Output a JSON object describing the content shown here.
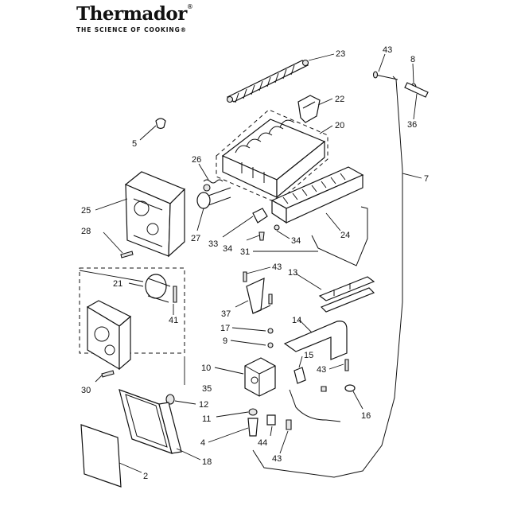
{
  "brand": {
    "name": "Thermador",
    "registered_mark": "®",
    "tagline": "THE SCIENCE OF COOKING®"
  },
  "callouts": [
    {
      "id": "c23",
      "label": "23"
    },
    {
      "id": "c43a",
      "label": "43"
    },
    {
      "id": "c8",
      "label": "8"
    },
    {
      "id": "c22",
      "label": "22"
    },
    {
      "id": "c36",
      "label": "36"
    },
    {
      "id": "c5",
      "label": "5"
    },
    {
      "id": "c20",
      "label": "20"
    },
    {
      "id": "c7",
      "label": "7"
    },
    {
      "id": "c26",
      "label": "26"
    },
    {
      "id": "c25",
      "label": "25"
    },
    {
      "id": "c24",
      "label": "24"
    },
    {
      "id": "c28",
      "label": "28"
    },
    {
      "id": "c27",
      "label": "27"
    },
    {
      "id": "c33",
      "label": "33"
    },
    {
      "id": "c34a",
      "label": "34"
    },
    {
      "id": "c34b",
      "label": "34"
    },
    {
      "id": "c31",
      "label": "31"
    },
    {
      "id": "c43b",
      "label": "43"
    },
    {
      "id": "c13",
      "label": "13"
    },
    {
      "id": "c21",
      "label": "21"
    },
    {
      "id": "c41",
      "label": "41"
    },
    {
      "id": "c37",
      "label": "37"
    },
    {
      "id": "c14",
      "label": "14"
    },
    {
      "id": "c17",
      "label": "17"
    },
    {
      "id": "c9",
      "label": "9"
    },
    {
      "id": "c15",
      "label": "15"
    },
    {
      "id": "c10",
      "label": "10"
    },
    {
      "id": "c43c",
      "label": "43"
    },
    {
      "id": "c30",
      "label": "30"
    },
    {
      "id": "c35",
      "label": "35"
    },
    {
      "id": "c12",
      "label": "12"
    },
    {
      "id": "c16",
      "label": "16"
    },
    {
      "id": "c11",
      "label": "11"
    },
    {
      "id": "c4",
      "label": "4"
    },
    {
      "id": "c44",
      "label": "44"
    },
    {
      "id": "c43d",
      "label": "43"
    },
    {
      "id": "c18",
      "label": "18"
    },
    {
      "id": "c2",
      "label": "2"
    }
  ]
}
